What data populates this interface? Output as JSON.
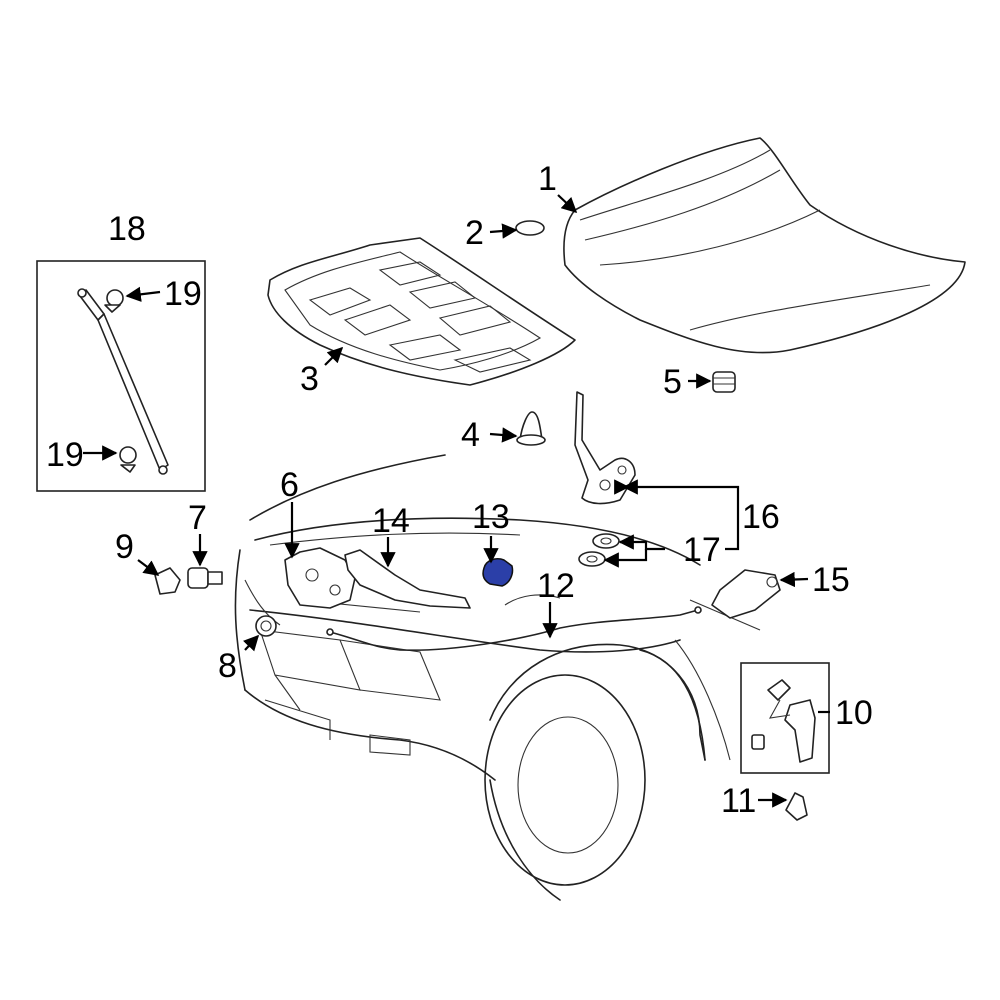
{
  "callouts": [
    "1",
    "2",
    "3",
    "4",
    "5",
    "6",
    "7",
    "8",
    "9",
    "10",
    "11",
    "12",
    "13",
    "14",
    "15",
    "16",
    "17",
    "18",
    "19",
    "19"
  ],
  "colors": {
    "line": "#222222",
    "highlight": "#2b3fa8",
    "background": "#ffffff"
  }
}
